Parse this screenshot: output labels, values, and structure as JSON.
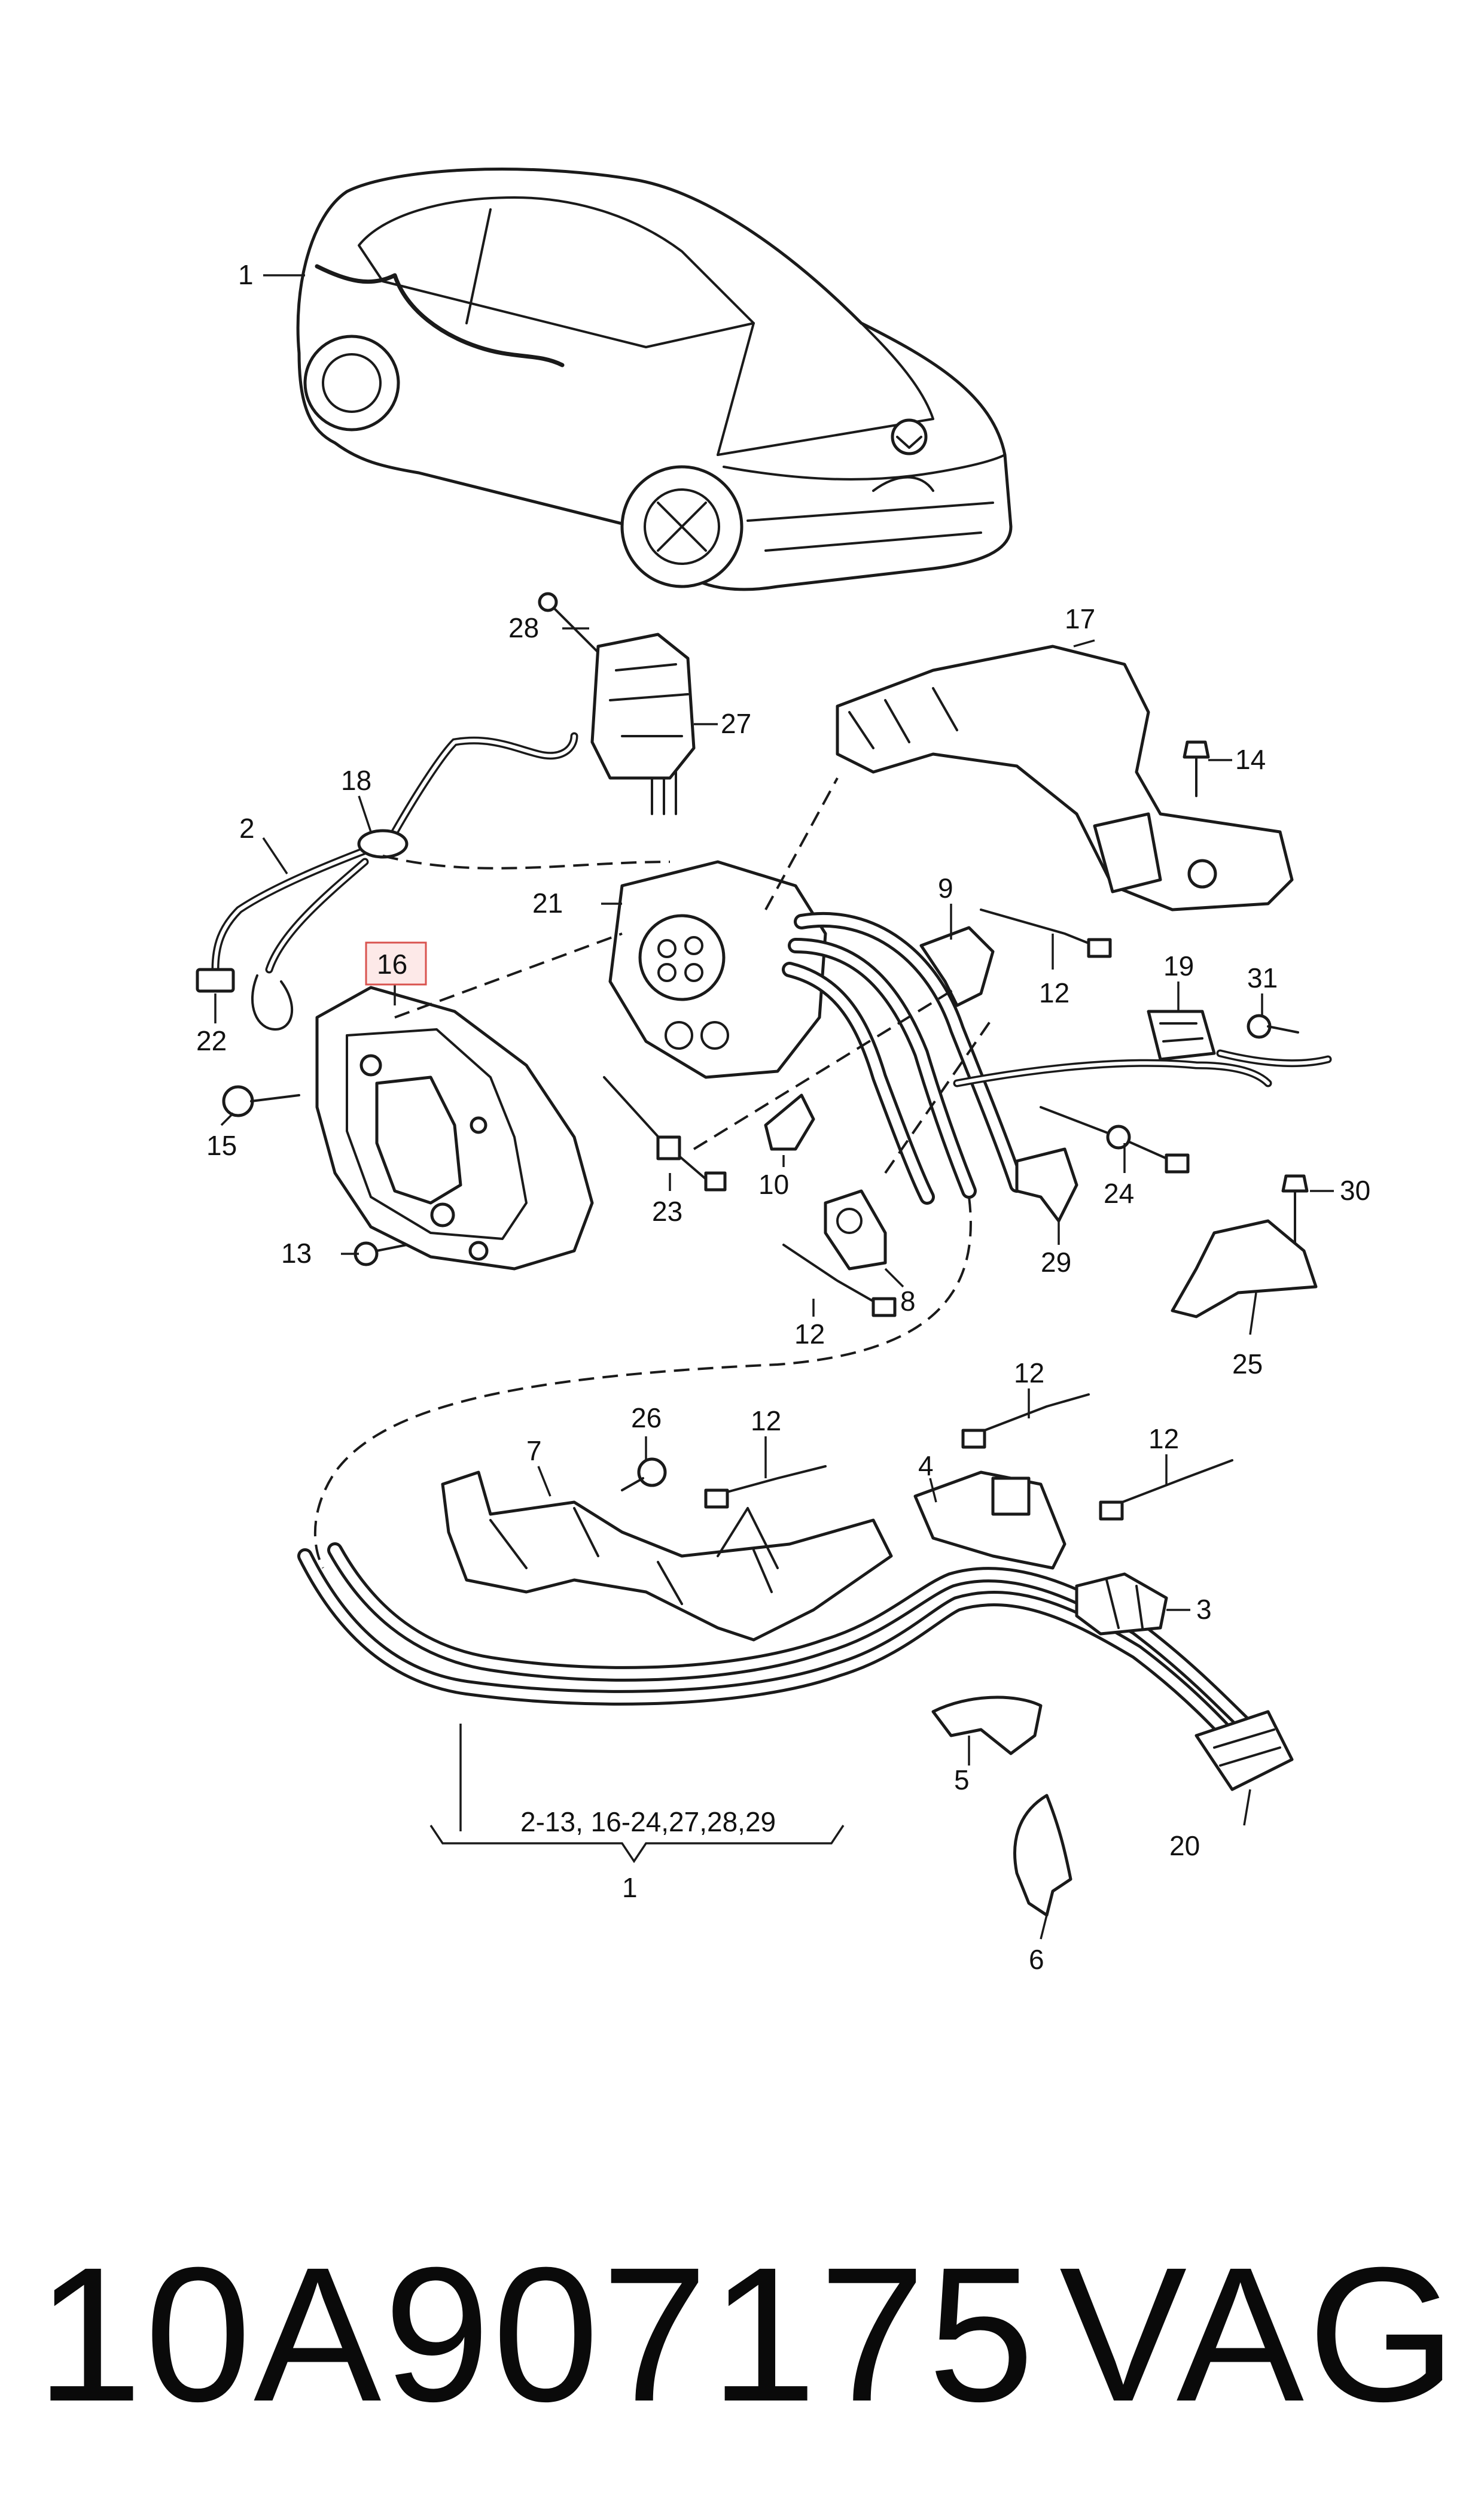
{
  "diagram": {
    "callouts": [
      {
        "id": "c1",
        "text": "1"
      },
      {
        "id": "c2",
        "text": "2"
      },
      {
        "id": "c3",
        "text": "3"
      },
      {
        "id": "c4",
        "text": "4"
      },
      {
        "id": "c5",
        "text": "5"
      },
      {
        "id": "c6",
        "text": "6"
      },
      {
        "id": "c7",
        "text": "7"
      },
      {
        "id": "c8",
        "text": "8"
      },
      {
        "id": "c9",
        "text": "9"
      },
      {
        "id": "c10",
        "text": "10"
      },
      {
        "id": "c12a",
        "text": "12"
      },
      {
        "id": "c12b",
        "text": "12"
      },
      {
        "id": "c12c",
        "text": "12"
      },
      {
        "id": "c12d",
        "text": "12"
      },
      {
        "id": "c12e",
        "text": "12"
      },
      {
        "id": "c13",
        "text": "13"
      },
      {
        "id": "c14",
        "text": "14"
      },
      {
        "id": "c15",
        "text": "15"
      },
      {
        "id": "c16",
        "text": "16"
      },
      {
        "id": "c17",
        "text": "17"
      },
      {
        "id": "c18",
        "text": "18"
      },
      {
        "id": "c19",
        "text": "19"
      },
      {
        "id": "c20",
        "text": "20"
      },
      {
        "id": "c21",
        "text": "21"
      },
      {
        "id": "c22",
        "text": "22"
      },
      {
        "id": "c23",
        "text": "23"
      },
      {
        "id": "c24",
        "text": "24"
      },
      {
        "id": "c25",
        "text": "25"
      },
      {
        "id": "c26",
        "text": "26"
      },
      {
        "id": "c27",
        "text": "27"
      },
      {
        "id": "c28",
        "text": "28"
      },
      {
        "id": "c29",
        "text": "29"
      },
      {
        "id": "c30",
        "text": "30"
      },
      {
        "id": "c31",
        "text": "31"
      },
      {
        "id": "c1b",
        "text": "1"
      }
    ],
    "group_label": "2-13, 16-24,27,28,29",
    "highlighted_callout": "16",
    "highlight_color": "#d9534f"
  },
  "footer": {
    "part_number": "10A907175",
    "brand": "VAG"
  }
}
